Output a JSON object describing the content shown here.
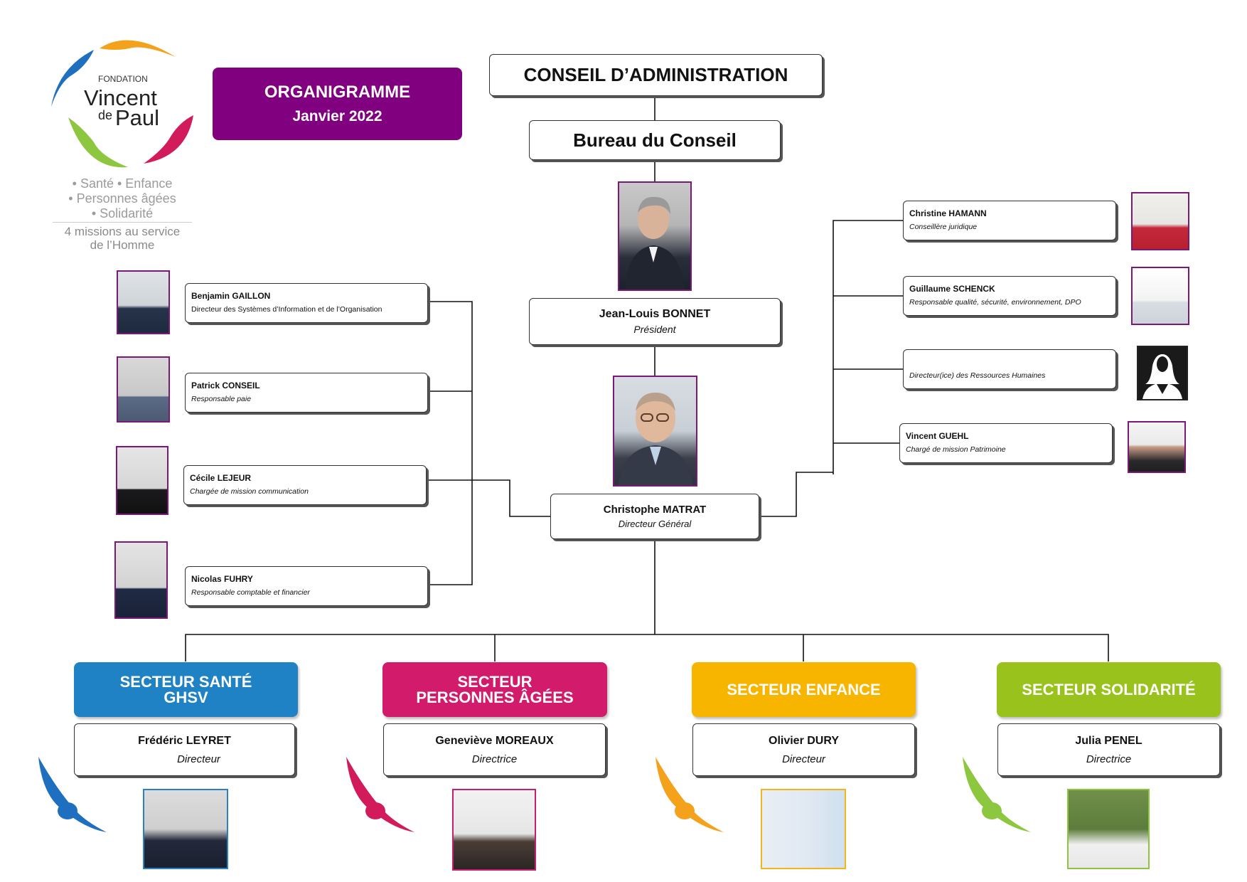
{
  "logo": {
    "fondation": "FONDATION",
    "vincent": "Vincent",
    "de": "de",
    "paul": "Paul",
    "tagline_1": "• Santé • Enfance",
    "tagline_2": "• Personnes âgées",
    "tagline_3": "• Solidarité",
    "missions_1": "4 missions au service",
    "missions_2": "de l’Homme"
  },
  "header": {
    "title": "ORGANIGRAMME",
    "date": "Janvier 2022",
    "color": "#800080"
  },
  "conseil": "CONSEIL D’ADMINISTRATION",
  "bureau": "Bureau du Conseil",
  "president": {
    "name": "Jean-Louis BONNET",
    "role": "Président"
  },
  "dg": {
    "name": "Christophe MATRAT",
    "role": "Directeur Général"
  },
  "left_staff": [
    {
      "name": "Benjamin GAILLON",
      "role": "Directeur des Systèmes d’Information  et de l’Organisation"
    },
    {
      "name": "Patrick CONSEIL",
      "role": "Responsable paie"
    },
    {
      "name": "Cécile LEJEUR",
      "role": "Chargée de mission communication"
    },
    {
      "name": "Nicolas FUHRY",
      "role": "Responsable comptable et financier"
    }
  ],
  "right_staff": [
    {
      "name": "Christine HAMANN",
      "role": "Conseillère juridique"
    },
    {
      "name": "Guillaume SCHENCK",
      "role": "Responsable qualité, sécurité, environnement, DPO"
    },
    {
      "name": "",
      "role": "Directeur(ice) des Ressources  Humaines"
    },
    {
      "name": "Vincent GUEHL",
      "role": "Chargé de mission Patrimoine"
    }
  ],
  "sectors": [
    {
      "line1": "SECTEUR SANTÉ",
      "line2": "GHSV",
      "color": "#1f82c4",
      "name": "Frédéric LEYRET",
      "role": "Directeur"
    },
    {
      "line1": "SECTEUR",
      "line2": "PERSONNES ÂGÉES",
      "color": "#d21b6b",
      "name": "Geneviève MOREAUX",
      "role": "Directrice"
    },
    {
      "line1": "SECTEUR ENFANCE",
      "line2": "",
      "color": "#f7b500",
      "name": "Olivier DURY",
      "role": "Directeur"
    },
    {
      "line1": "SECTEUR SOLIDARITÉ",
      "line2": "",
      "color": "#99c21c",
      "name": "Julia PENEL",
      "role": "Directrice"
    }
  ],
  "icons": {
    "logo_blue": "#1f6fc0",
    "logo_orange": "#f4a21b",
    "logo_green": "#8dc63f",
    "logo_red": "#d21b5a"
  }
}
